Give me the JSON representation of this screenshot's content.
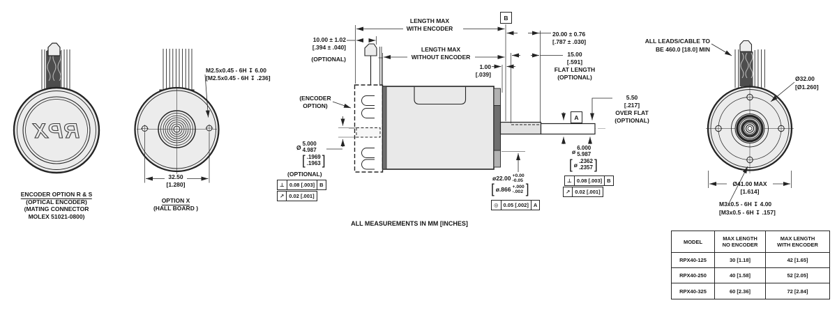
{
  "drawing": {
    "units_note": "ALL MEASUREMENTS IN MM [INCHES]",
    "glyphs": {
      "lbracket": "[",
      "rbracket": "]"
    },
    "front_view": {
      "logo": "RPX",
      "caption": [
        "ENCODER OPTION R & S",
        "(OPTICAL ENCODER)",
        "(MATING CONNECTOR",
        "MOLEX 51021-0800)"
      ]
    },
    "option_x_view": {
      "thread_callout": [
        "M2.5x0.45 - 6H ↧ 6.00",
        "[M2.5x0.45 - 6H ↧ .236]"
      ],
      "hole_spacing": [
        "32.50",
        "[1.280]"
      ],
      "caption": [
        "OPTION X",
        "(HALL BOARD )"
      ]
    },
    "side_view": {
      "encoder_option_label": [
        "(ENCODER",
        "OPTION)"
      ],
      "length_with_encoder": [
        "LENGTH MAX",
        "WITH ENCODER"
      ],
      "length_without_encoder": [
        "LENGTH MAX",
        "WITHOUT ENCODER"
      ],
      "connector_length": [
        "10.00 ± 1.02",
        "[.394 ± .040]",
        "(OPTIONAL)"
      ],
      "cap_thickness": [
        "1.00",
        "[.039]"
      ],
      "shaft_extension": [
        "20.00 ± 0.76",
        "[.787 ± .030]"
      ],
      "flat_length": [
        "15.00",
        "[.591]",
        "FLAT LENGTH",
        "(OPTIONAL)"
      ],
      "over_flat": [
        "5.50",
        "[.217]",
        "OVER FLAT",
        "(OPTIONAL)"
      ],
      "rear_shaft_dia": {
        "symbol": "Ø",
        "mm": [
          "5.000",
          "4.987"
        ],
        "inch": [
          ".1969",
          ".1963"
        ],
        "note": "(OPTIONAL)"
      },
      "front_shaft_dia": {
        "symbol": "ø",
        "mm": [
          "6.000",
          "5.987"
        ],
        "inch_symbol": "ø",
        "inch": [
          ".2362",
          ".2357"
        ]
      },
      "pilot_dia": {
        "mm_prefix": "ø22.00",
        "mm_tol": [
          "+0.00",
          "-0.05"
        ],
        "inch_prefix": "ø.866",
        "inch_tol": [
          "+.000",
          "-.002"
        ]
      },
      "datum_a": "A",
      "datum_b": "B",
      "fcf_perpendicularity": {
        "symbol": "⊥",
        "tolerance": "0.08 [.003]",
        "datum": "B"
      },
      "fcf_runout": {
        "symbol": "↗",
        "tolerance": "0.02 [.001]"
      },
      "fcf_concentricity": {
        "symbol": "◎",
        "tolerance": "0.05 [.002]",
        "datum": "A"
      }
    },
    "rear_view": {
      "leads_note": [
        "ALL LEADS/CABLE TO",
        "BE 460.0 [18.0] MIN"
      ],
      "bolt_circle_dia": [
        "Ø32.00",
        "[Ø1.260]"
      ],
      "outer_dia": [
        "Ø41.00 MAX",
        "[1.614]"
      ],
      "thread_callout": [
        "M3x0.5 - 6H ↧ 4.00",
        "[M3x0.5 - 6H ↧ .157]"
      ]
    }
  },
  "table": {
    "headers": [
      [
        "MODEL"
      ],
      [
        "MAX LENGTH",
        "NO ENCODER"
      ],
      [
        "MAX LENGTH",
        "WITH ENCODER"
      ]
    ],
    "rows": [
      [
        "RPX40-125",
        "30 [1.18]",
        "42 [1.65]"
      ],
      [
        "RPX40-250",
        "40 [1.58]",
        "52 [2.05]"
      ],
      [
        "RPX40-325",
        "60 [2.36]",
        "72 [2.84]"
      ]
    ]
  }
}
